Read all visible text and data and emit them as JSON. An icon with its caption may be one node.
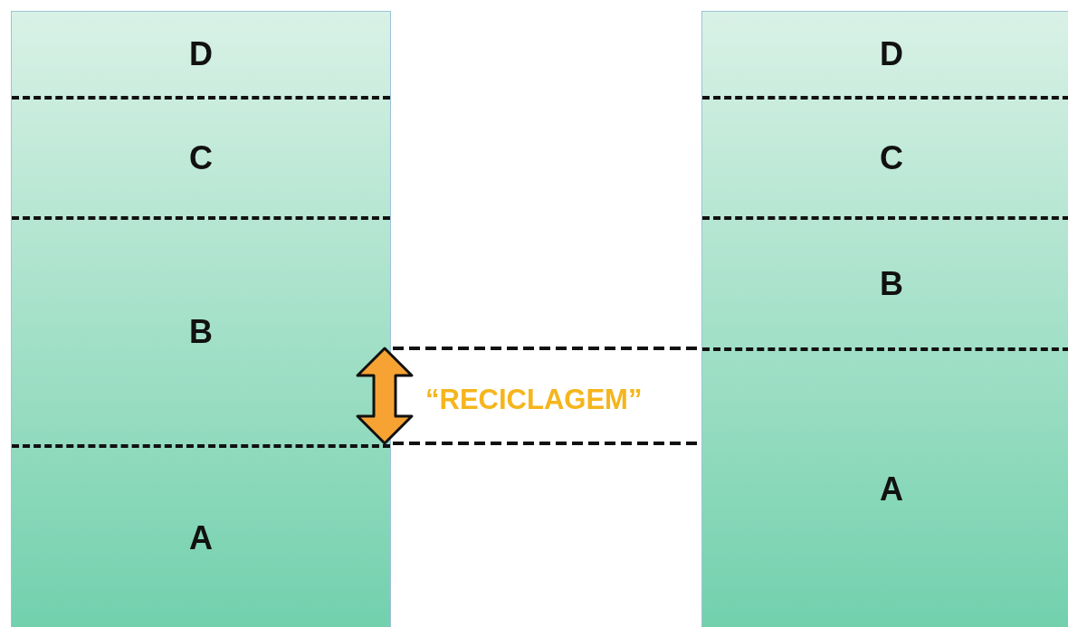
{
  "diagram": {
    "nodes": [
      {
        "text": [],
        "shape": "box"
      },
      {
        "text": [
          "D"
        ],
        "in": 0
      },
      {
        "text": [
          "C"
        ],
        "in": 0
      },
      {
        "text": [
          "B"
        ],
        "in": 0
      },
      {
        "text": [
          "A"
        ],
        "in": 0
      },
      {
        "text": [],
        "shape": "box"
      },
      {
        "text": [
          "D"
        ],
        "in": 5
      },
      {
        "text": [
          "C"
        ],
        "in": 5
      },
      {
        "text": [
          "B"
        ],
        "in": 5
      },
      {
        "text": [
          "A"
        ],
        "in": 5
      }
    ],
    "labels": [
      "“RECICLAGEM”"
    ]
  }
}
